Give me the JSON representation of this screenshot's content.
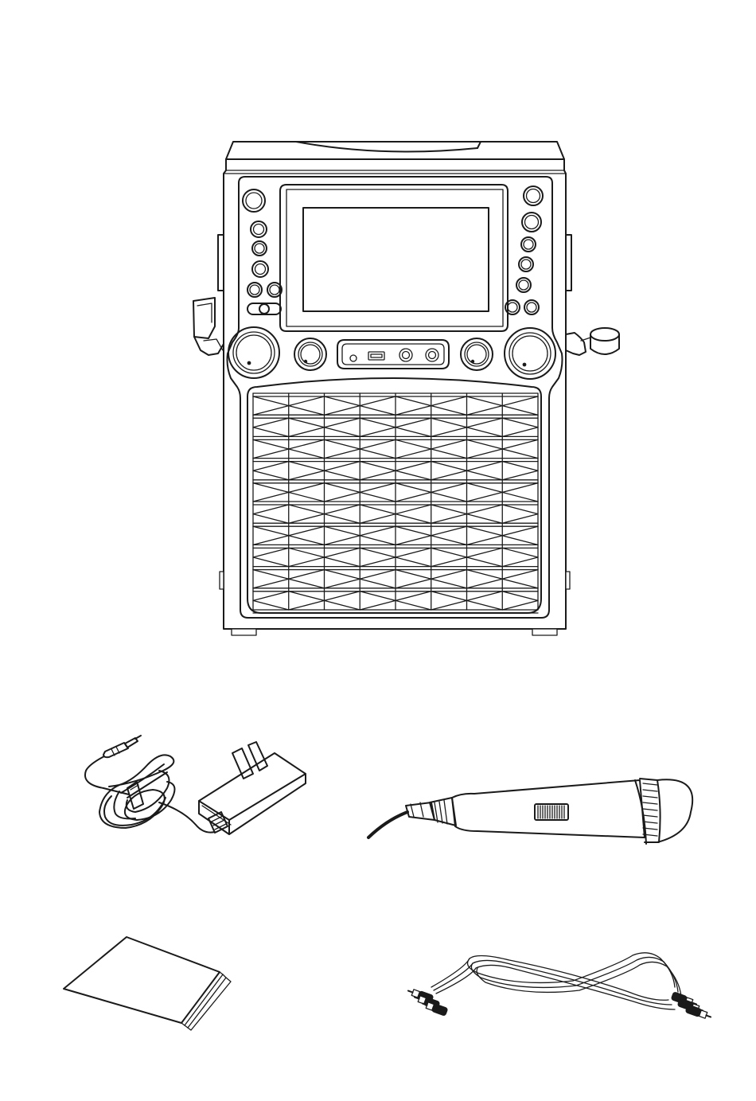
{
  "figure": {
    "items": [
      {
        "id": "karaoke-system",
        "icon": "karaoke-machine-icon"
      },
      {
        "id": "ac-adapter",
        "icon": "power-adapter-icon"
      },
      {
        "id": "microphone",
        "icon": "microphone-icon"
      },
      {
        "id": "instruction-manual",
        "icon": "manual-booklet-icon"
      },
      {
        "id": "av-cable",
        "icon": "rca-cable-icon"
      }
    ],
    "colors": {
      "line": "#1a1a1a",
      "background": "#ffffff"
    }
  }
}
